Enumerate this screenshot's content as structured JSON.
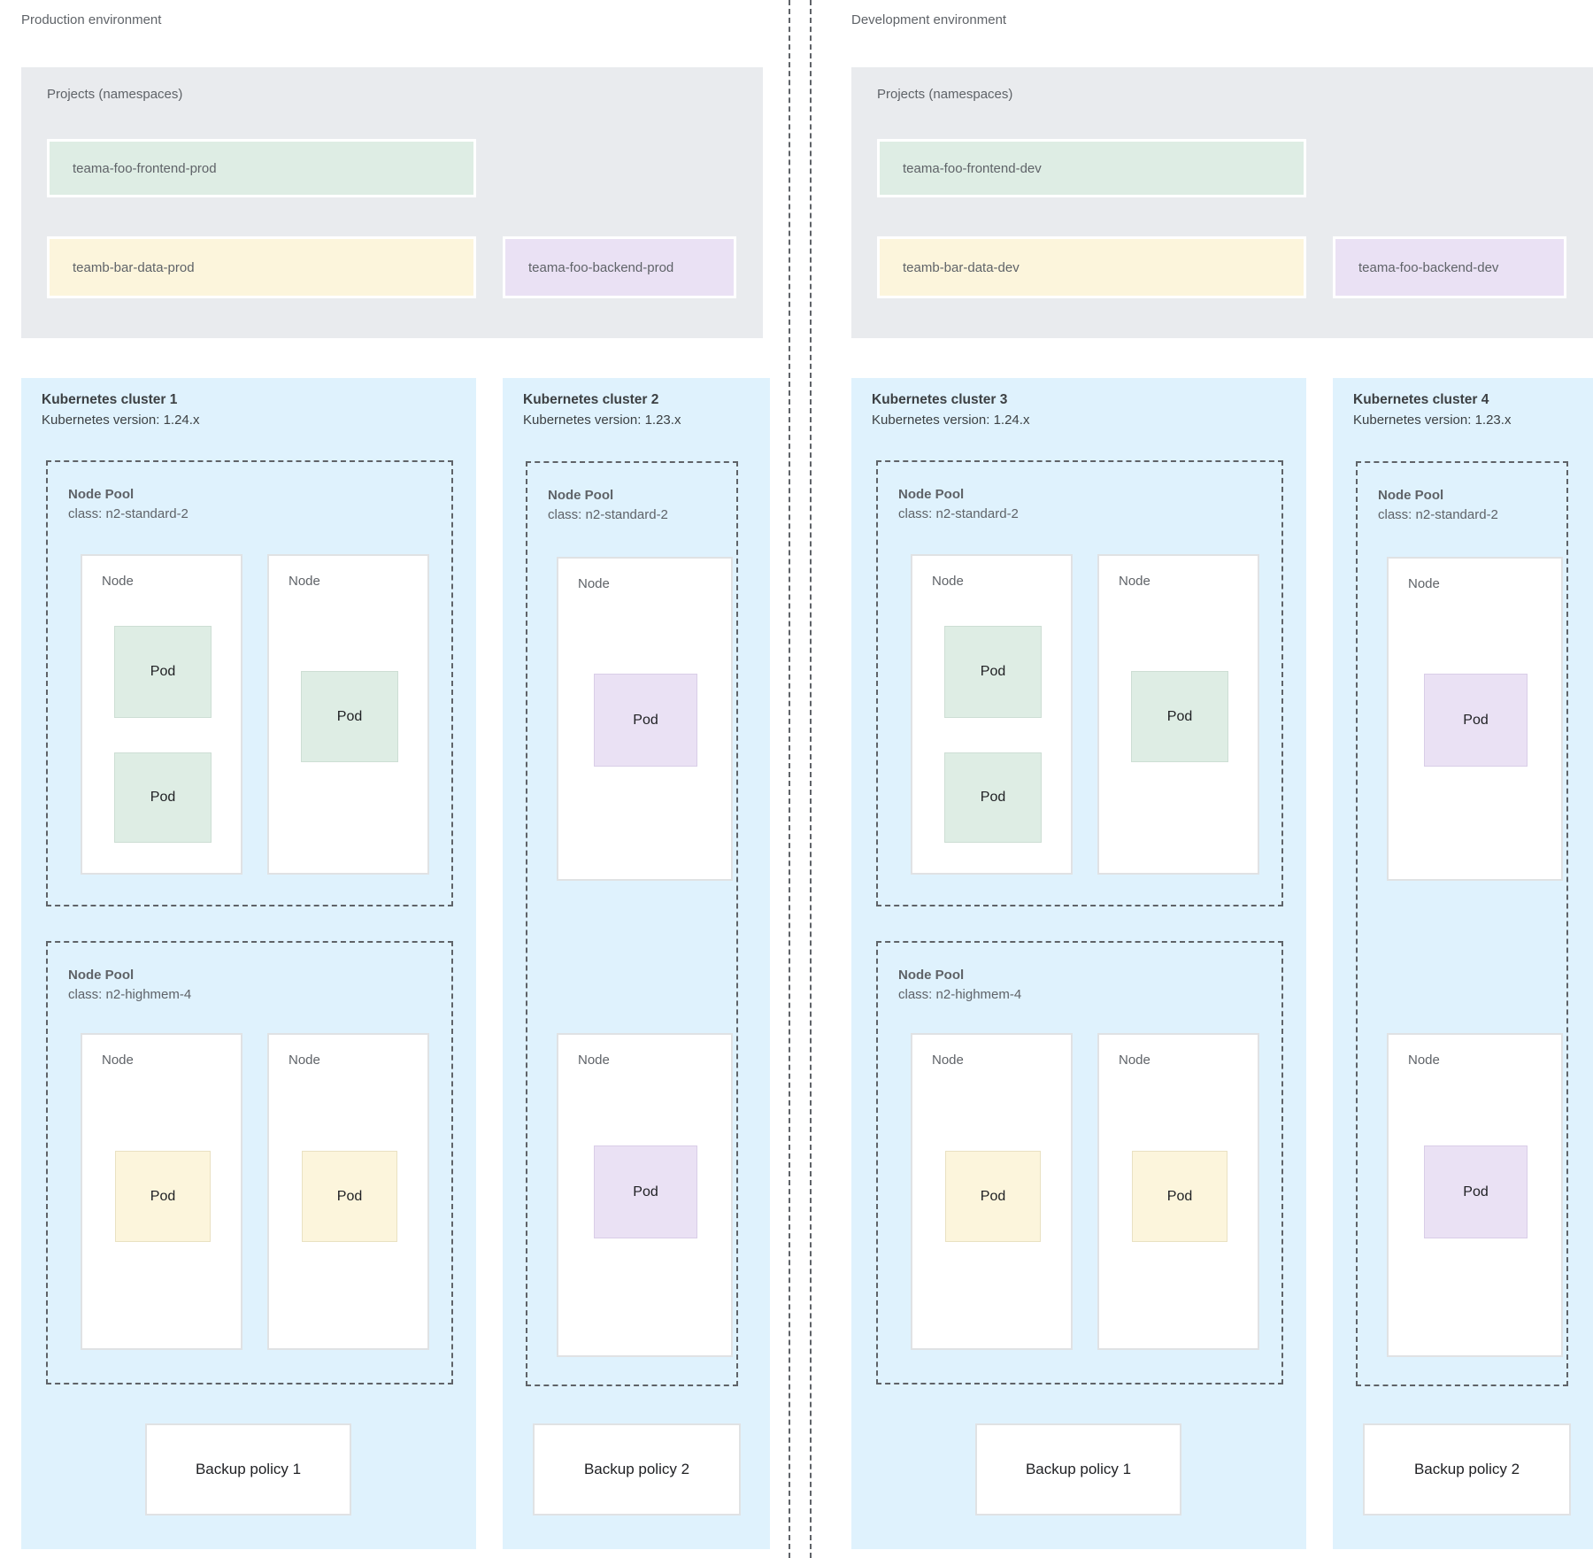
{
  "colors": {
    "cluster_background": "#dff2fd",
    "projects_background": "#e9ebee",
    "namespace_green": "#deede4",
    "namespace_yellow": "#fcf5dc",
    "namespace_purple": "#eae1f4",
    "dashed_border": "#5f6368",
    "node_background": "#ffffff"
  },
  "environments": [
    {
      "label": "Production environment",
      "projects": {
        "title": "Projects (namespaces)",
        "namespaces": [
          {
            "name": "teama-foo-frontend-prod"
          },
          {
            "name": "teamb-bar-data-prod"
          },
          {
            "name": "teama-foo-backend-prod"
          }
        ]
      },
      "clusters": [
        {
          "title": "Kubernetes cluster 1",
          "version": "Kubernetes version: 1.24.x",
          "backup_policy": "Backup policy 1",
          "node_pools": [
            {
              "title": "Node Pool",
              "class": "class: n2-standard-2",
              "nodes": [
                {
                  "label": "Node",
                  "pods": [
                    "Pod",
                    "Pod"
                  ]
                },
                {
                  "label": "Node",
                  "pods": [
                    "Pod"
                  ]
                }
              ]
            },
            {
              "title": "Node Pool",
              "class": "class: n2-highmem-4",
              "nodes": [
                {
                  "label": "Node",
                  "pods": [
                    "Pod"
                  ]
                },
                {
                  "label": "Node",
                  "pods": [
                    "Pod"
                  ]
                }
              ]
            }
          ]
        },
        {
          "title": "Kubernetes cluster 2",
          "version": "Kubernetes version: 1.23.x",
          "backup_policy": "Backup policy 2",
          "node_pools": [
            {
              "title": "Node Pool",
              "class": "class: n2-standard-2",
              "nodes": [
                {
                  "label": "Node",
                  "pods": [
                    "Pod"
                  ]
                },
                {
                  "label": "Node",
                  "pods": [
                    "Pod"
                  ]
                }
              ]
            }
          ]
        }
      ]
    },
    {
      "label": "Development environment",
      "projects": {
        "title": "Projects (namespaces)",
        "namespaces": [
          {
            "name": "teama-foo-frontend-dev"
          },
          {
            "name": "teamb-bar-data-dev"
          },
          {
            "name": "teama-foo-backend-dev"
          }
        ]
      },
      "clusters": [
        {
          "title": "Kubernetes cluster 3",
          "version": "Kubernetes version: 1.24.x",
          "backup_policy": "Backup policy 1",
          "node_pools": [
            {
              "title": "Node Pool",
              "class": "class: n2-standard-2",
              "nodes": [
                {
                  "label": "Node",
                  "pods": [
                    "Pod",
                    "Pod"
                  ]
                },
                {
                  "label": "Node",
                  "pods": [
                    "Pod"
                  ]
                }
              ]
            },
            {
              "title": "Node Pool",
              "class": "class: n2-highmem-4",
              "nodes": [
                {
                  "label": "Node",
                  "pods": [
                    "Pod"
                  ]
                },
                {
                  "label": "Node",
                  "pods": [
                    "Pod"
                  ]
                }
              ]
            }
          ]
        },
        {
          "title": "Kubernetes cluster 4",
          "version": "Kubernetes version: 1.23.x",
          "backup_policy": "Backup policy 2",
          "node_pools": [
            {
              "title": "Node Pool",
              "class": "class: n2-standard-2",
              "nodes": [
                {
                  "label": "Node",
                  "pods": [
                    "Pod"
                  ]
                },
                {
                  "label": "Node",
                  "pods": [
                    "Pod"
                  ]
                }
              ]
            }
          ]
        }
      ]
    }
  ]
}
